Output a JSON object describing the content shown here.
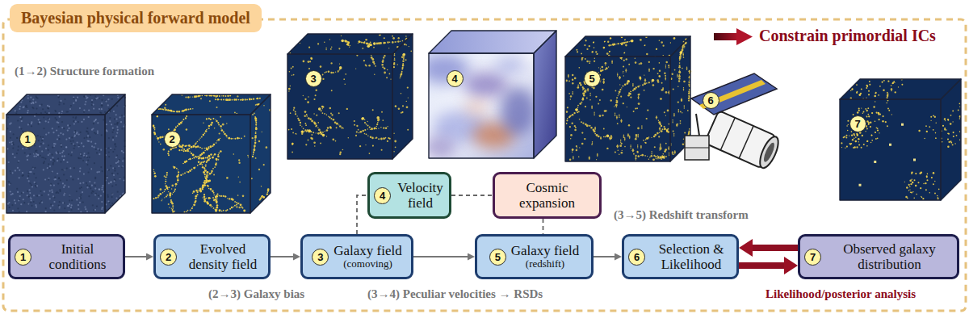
{
  "diagram": {
    "title": "Bayesian physical forward model",
    "nodes": [
      {
        "text": [
          "1",
          "Initial conditions"
        ]
      },
      {
        "text": [
          "2",
          "Evolved density field"
        ]
      },
      {
        "text": [
          "3",
          "Galaxy field",
          "(comoving)"
        ]
      },
      {
        "text": [
          "4",
          "Velocity field"
        ]
      },
      {
        "text": [
          "Cosmic expansion"
        ]
      },
      {
        "text": [
          "5",
          "Galaxy field",
          "(redshift)"
        ]
      },
      {
        "text": [
          "6",
          "Selection & Likelihood"
        ]
      },
      {
        "text": [
          "7",
          "Observed galaxy distribution"
        ]
      }
    ],
    "edges": [
      {
        "from": 0,
        "to": 1,
        "arrow": "to"
      },
      {
        "from": 1,
        "to": 2,
        "arrow": "to"
      },
      {
        "from": 2,
        "to": 3,
        "arrow": "none"
      },
      {
        "from": 3,
        "to": 4,
        "arrow": "none"
      },
      {
        "from": 4,
        "to": 5,
        "arrow": "none"
      },
      {
        "from": 2,
        "to": 5,
        "arrow": "to"
      },
      {
        "from": 5,
        "to": 6,
        "arrow": "to"
      },
      {
        "from": 7,
        "to": 6,
        "arrow": "to"
      },
      {
        "from": 6,
        "to": 7,
        "arrow": "to"
      }
    ],
    "labels": [
      "(1→2) Structure formation",
      "1",
      "2",
      "3",
      "4",
      "5",
      "6",
      "7",
      "Constrain primordial ICs",
      "(3→5) Redshift transform",
      "(2→3) Galaxy bias",
      "(3→4) Peculiar velocities → RSDs",
      "Likelihood/posterior analysis"
    ]
  }
}
